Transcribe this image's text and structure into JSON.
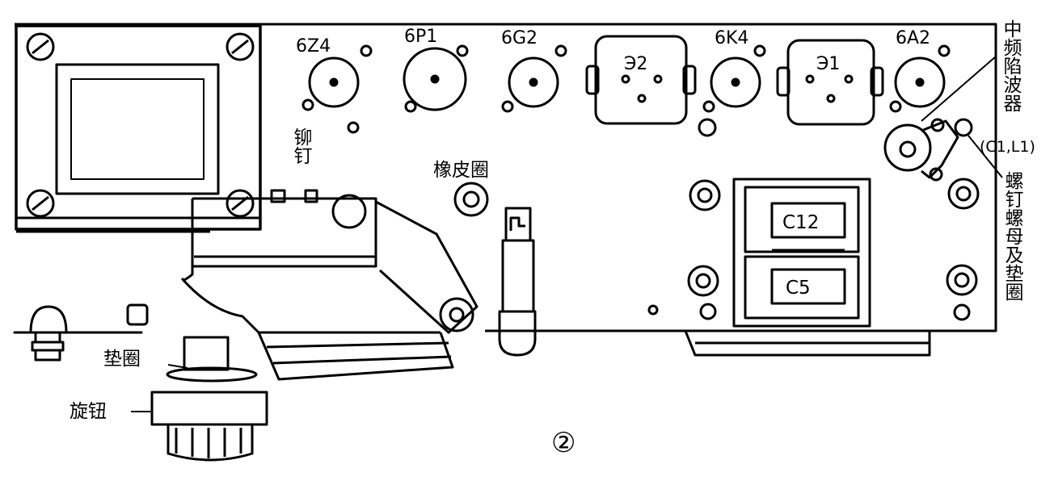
{
  "tube_labels": [
    "6Z4",
    "6P1",
    "6G2",
    "6K4",
    "6A2"
  ],
  "transformer_labels": [
    "Э2",
    "Э1"
  ],
  "rivet_label": "铆钉",
  "rubber_ring_label": "橡皮圈",
  "if_trap_label": "中频陷波器",
  "if_trap_sub": "(C1,L1)",
  "screw_nut_label": "螺钉螺母及垫圈",
  "washer_label": "垫圈",
  "knob_label": "旋钮",
  "capacitor_labels": [
    "C12",
    "C5"
  ],
  "figure_number": "②"
}
